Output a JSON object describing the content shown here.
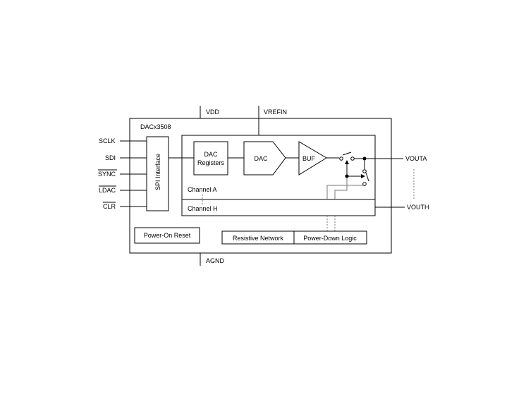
{
  "chip": {
    "name": "DACx3508"
  },
  "supply": {
    "vdd": "VDD",
    "vrefin": "VREFIN",
    "agnd": "AGND"
  },
  "inputs": {
    "sclk": "SCLK",
    "sdi": "SDI",
    "sync": "SYNC",
    "ldac": "LDAC",
    "clr": "CLR"
  },
  "blocks": {
    "spi": "SPI Interface",
    "dac_registers_line1": "DAC",
    "dac_registers_line2": "Registers",
    "dac": "DAC",
    "buf": "BUF",
    "power_on_reset": "Power-On Reset",
    "resistive_network": "Resistive Network",
    "power_down_logic": "Power-Down Logic"
  },
  "channels": {
    "a": "Channel A",
    "h": "Channel H"
  },
  "outputs": {
    "vouta": "VOUTA",
    "vouth": "VOUTH"
  }
}
